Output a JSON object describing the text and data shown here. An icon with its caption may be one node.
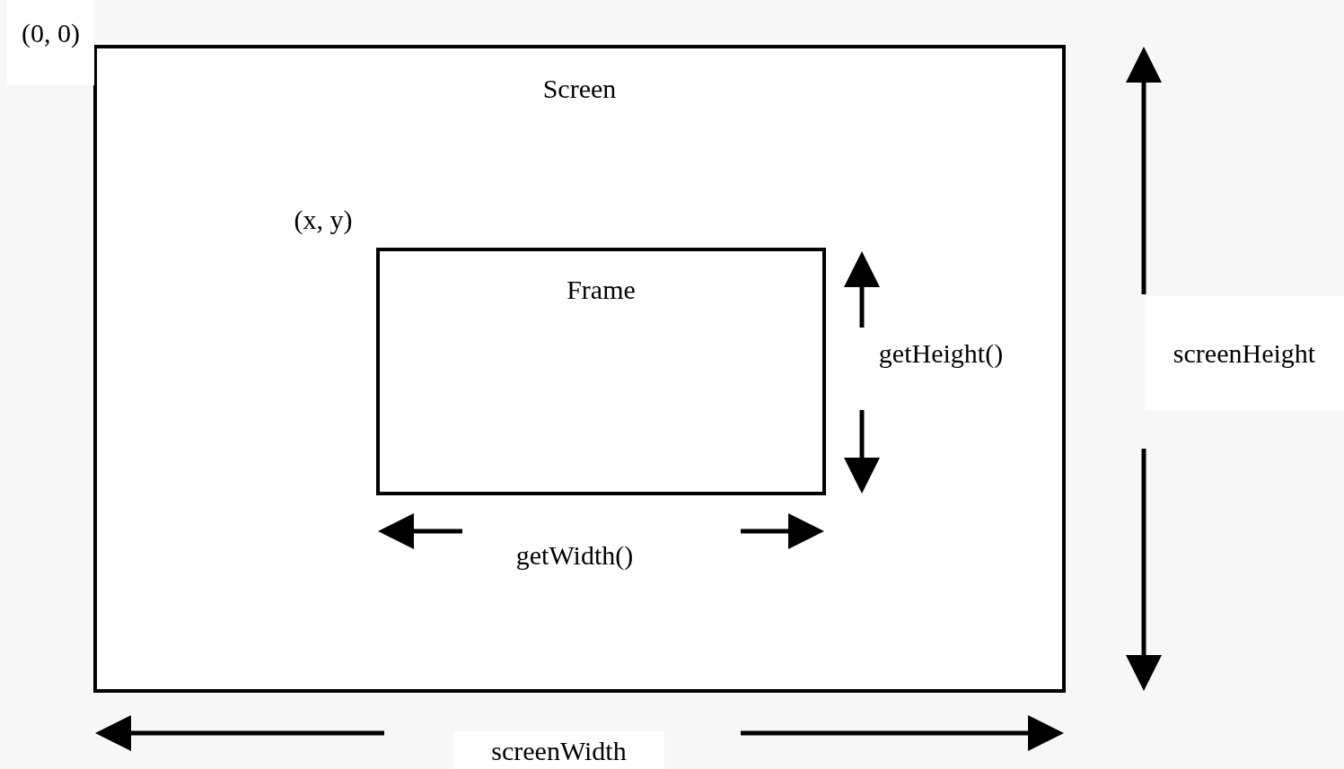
{
  "diagram": {
    "nodes": [
      {
        "text": [
          "Screen"
        ]
      },
      {
        "text": [
          "Frame"
        ],
        "in": 0
      }
    ],
    "edges": [],
    "labels": [
      "(0, 0)",
      "(x, y)",
      "getHeight()",
      "screenHeight",
      "getWidth()",
      "screenWidth"
    ]
  }
}
